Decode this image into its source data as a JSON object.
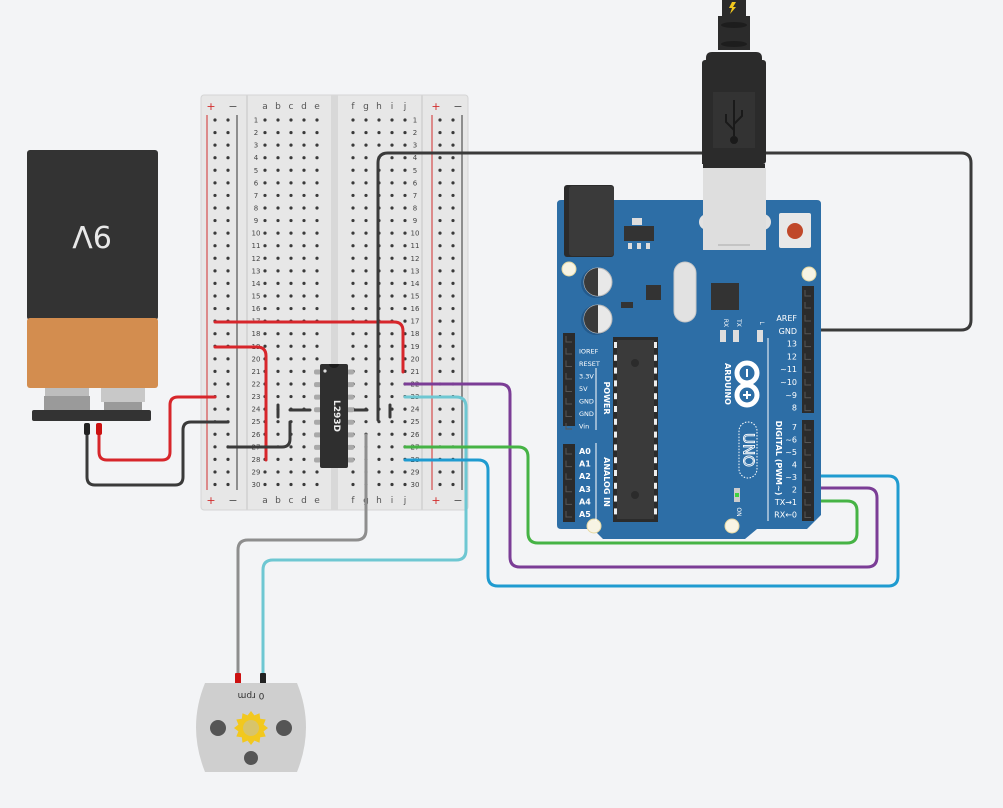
{
  "colors": {
    "background": "#f3f4f6",
    "breadboard": "#e6e6e6",
    "breadboard_gap": "#d9d9d9",
    "hole": "#3a3a3a",
    "rail_red": "#d22d2d",
    "rail_black": "#333333",
    "arduino_blue": "#2d6ea6",
    "arduino_dark_blue": "#245a8c",
    "header_black": "#2b2b2b",
    "battery_top": "#333333",
    "battery_bottom": "#d38d4f",
    "motor_body": "#cfcfcf",
    "gear_yellow": "#f2c81e",
    "wire_red": "#d7262b",
    "wire_black": "#3a3a3a",
    "wire_purple": "#7b3d96",
    "wire_lightblue": "#6ec7d2",
    "wire_green": "#46b345",
    "wire_blue": "#1f9bd0",
    "wire_gray": "#8e8e8e"
  },
  "battery": {
    "label": "9V"
  },
  "breadboard": {
    "columns_left": [
      "a",
      "b",
      "c",
      "d",
      "e"
    ],
    "columns_right": [
      "f",
      "g",
      "h",
      "i",
      "j"
    ],
    "rows": 30,
    "rail_plus": "+",
    "rail_minus": "−"
  },
  "ic": {
    "label": "L293D",
    "pins": 16
  },
  "arduino": {
    "brand": "ARDUINO",
    "model": "UNO",
    "power_labels": [
      "IOREF",
      "RESET",
      "3.3V",
      "5V",
      "GND",
      "GND",
      "Vin"
    ],
    "power_header": "POWER",
    "analog_labels": [
      "A0",
      "A1",
      "A2",
      "A3",
      "A4",
      "A5"
    ],
    "analog_header": "ANALOG IN",
    "digital_top_labels": [
      "AREF",
      "GND",
      "13",
      "12",
      "~11",
      "~10",
      "~9",
      "8"
    ],
    "digital_bottom_labels": [
      "7",
      "~6",
      "~5",
      "4",
      "~3",
      "2",
      "TX→1",
      "RX←0"
    ],
    "digital_header": "DIGITAL (PWM~)",
    "leds": [
      "RX",
      "TX",
      "L"
    ],
    "on_label": "ON"
  },
  "motor": {
    "readout": "0 rpm"
  }
}
